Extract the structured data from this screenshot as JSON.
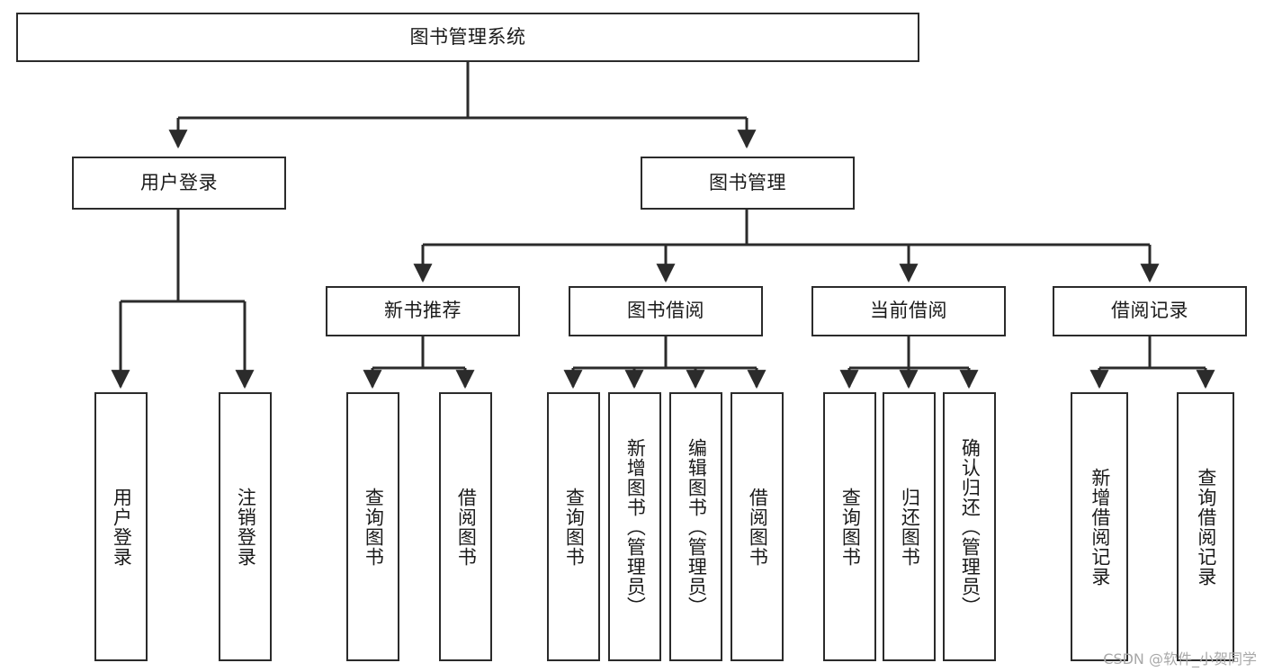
{
  "diagram": {
    "type": "tree",
    "title": "图书管理系统",
    "watermark": "CSDN @软件_小贺同学",
    "colors": {
      "node_border": "#2b2b2b",
      "node_fill": "#ffffff",
      "edge": "#2b2b2b",
      "background": "#ffffff",
      "watermark": "#a8a8a8"
    },
    "nodes": {
      "root": {
        "label": "图书管理系统"
      },
      "level1": [
        {
          "label": "用户登录"
        },
        {
          "label": "图书管理"
        }
      ],
      "level2": [
        {
          "label": "新书推荐"
        },
        {
          "label": "图书借阅"
        },
        {
          "label": "当前借阅"
        },
        {
          "label": "借阅记录"
        }
      ],
      "leaves_user_login": [
        {
          "label": "用户登录"
        },
        {
          "label": "注销登录"
        }
      ],
      "leaves_new_book": [
        {
          "label": "查询图书"
        },
        {
          "label": "借阅图书"
        }
      ],
      "leaves_borrow": [
        {
          "label": "查询图书"
        },
        {
          "label": "新增图书（管理员）"
        },
        {
          "label": "编辑图书（管理员）"
        },
        {
          "label": "借阅图书"
        }
      ],
      "leaves_current": [
        {
          "label": "查询图书"
        },
        {
          "label": "归还图书"
        },
        {
          "label": "确认归还（管理员）"
        }
      ],
      "leaves_records": [
        {
          "label": "新增借阅记录"
        },
        {
          "label": "查询借阅记录"
        }
      ]
    }
  }
}
